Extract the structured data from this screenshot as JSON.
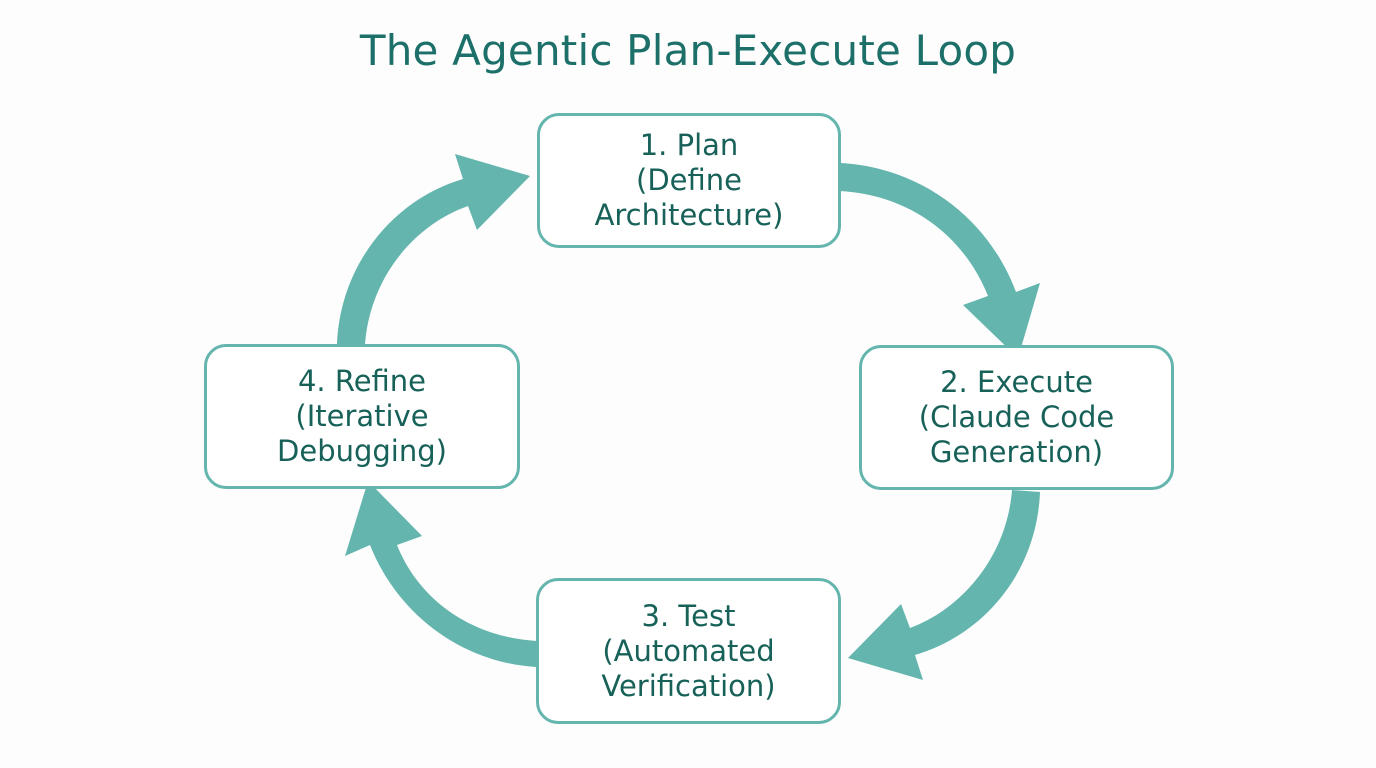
{
  "diagram": {
    "title": "The Agentic Plan-Execute Loop",
    "type": "cycle-diagram",
    "background_color": "#fdfdfd",
    "accent_color": "#63b5ae",
    "text_color": "#176159",
    "title_color": "#1c7069",
    "nodes": [
      {
        "id": "plan",
        "order": "1",
        "heading": "1. Plan",
        "detail_line_1": "(Define",
        "detail_line_2": "Architecture)",
        "position": "top"
      },
      {
        "id": "execute",
        "order": "2",
        "heading": "2. Execute",
        "detail_line_1": "(Claude Code",
        "detail_line_2": "Generation)",
        "position": "right"
      },
      {
        "id": "test",
        "order": "3",
        "heading": "3. Test",
        "detail_line_1": "(Automated",
        "detail_line_2": "Verification)",
        "position": "bottom"
      },
      {
        "id": "refine",
        "order": "4",
        "heading": "4. Refine",
        "detail_line_1": "(Iterative",
        "detail_line_2": "Debugging)",
        "position": "left"
      }
    ],
    "arrows": [
      {
        "id": "plan-to-execute",
        "from": "plan",
        "to": "execute",
        "direction": "clockwise"
      },
      {
        "id": "execute-to-test",
        "from": "execute",
        "to": "test",
        "direction": "clockwise"
      },
      {
        "id": "test-to-refine",
        "from": "test",
        "to": "refine",
        "direction": "clockwise"
      },
      {
        "id": "refine-to-plan",
        "from": "refine",
        "to": "plan",
        "direction": "clockwise"
      }
    ]
  }
}
